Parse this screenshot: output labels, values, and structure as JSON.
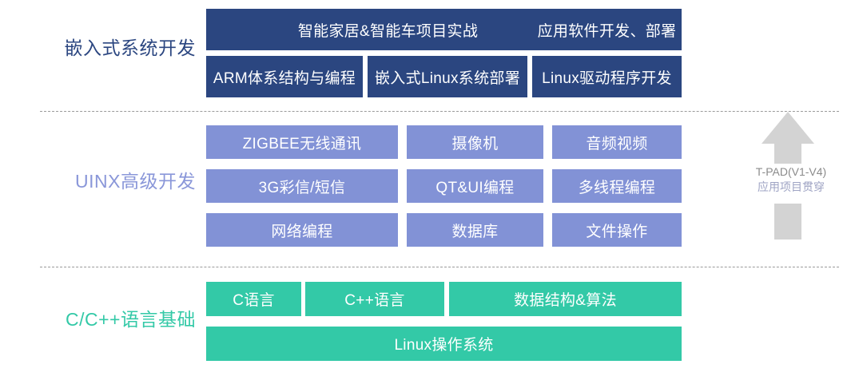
{
  "diagram": {
    "title_text_colors": {
      "embedded": "#2B4680",
      "uinx": "#8A97D9",
      "clang": "#33C9A7"
    },
    "box_colors": {
      "navy": "#2B4680",
      "periwinkle": "#8292D6",
      "teal": "#33C9A7"
    },
    "tiers": [
      {
        "id": "embedded",
        "label": "嵌入式系统开发",
        "rows": [
          [
            {
              "text": "智能家居&智能车项目实战"
            },
            {
              "text": "应用软件开发、部署"
            }
          ],
          [
            {
              "text": "ARM体系结构与编程"
            },
            {
              "text": "嵌入式Linux系统部署"
            },
            {
              "text": "Linux驱动程序开发"
            }
          ]
        ]
      },
      {
        "id": "uinx",
        "label": "UINX高级开发",
        "rows": [
          [
            {
              "text": "ZIGBEE无线通讯"
            },
            {
              "text": "摄像机"
            },
            {
              "text": "音频视频"
            }
          ],
          [
            {
              "text": "3G彩信/短信"
            },
            {
              "text": "QT&UI编程"
            },
            {
              "text": "多线程编程"
            }
          ],
          [
            {
              "text": "网络编程"
            },
            {
              "text": "数据库"
            },
            {
              "text": "文件操作"
            }
          ]
        ]
      },
      {
        "id": "clang",
        "label": "C/C++语言基础",
        "rows": [
          [
            {
              "text": "C语言"
            },
            {
              "text": "C++语言"
            },
            {
              "text": "数据结构&算法"
            }
          ],
          [
            {
              "text": "Linux操作系统"
            }
          ]
        ]
      }
    ],
    "arrow": {
      "caption_line1": "T-PAD(V1-V4)",
      "caption_line2": "应用项目贯穿",
      "color": "#D3D3D3"
    }
  }
}
